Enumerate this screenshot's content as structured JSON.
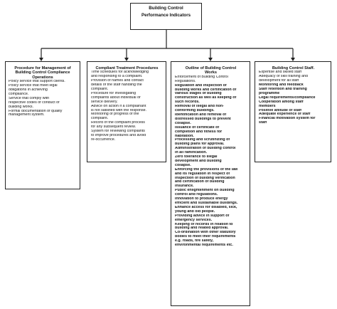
{
  "root": {
    "title_lines": [
      "Building Control",
      "Performance Indicators"
    ]
  },
  "columns": [
    {
      "title_lines": [
        "Procedure for Management of",
        "Building Control Compliance",
        "Operations"
      ],
      "lines": [
        {
          "t": "Policy service that support clients.",
          "b": false
        },
        {
          "t": "Policy service that meet legal",
          "b": false
        },
        {
          "t": "obligations in achieving",
          "b": false
        },
        {
          "t": "compliance.",
          "b": false
        },
        {
          "t": "Service that comply with",
          "b": false
        },
        {
          "t": "respective codes of conduct of",
          "b": false
        },
        {
          "t": "building works.",
          "b": false
        },
        {
          "t": "Formal documentation of quality",
          "b": false
        },
        {
          "t": "management system.",
          "b": false
        }
      ]
    },
    {
      "title_lines": [
        "Compliant Treatment Procedures"
      ],
      "lines": [
        {
          "t": "Time schedules for acknowledging",
          "b": false
        },
        {
          "t": "and responding to a complaint.",
          "b": false
        },
        {
          "t": "Provision of names and contact",
          "b": false
        },
        {
          "t": "details of the staff handling the",
          "b": false
        },
        {
          "t": "complaint.",
          "b": false
        },
        {
          "t": "Procedure for investigating",
          "b": false
        },
        {
          "t": "complaints about individual or",
          "b": false
        },
        {
          "t": "service delivery.",
          "b": false
        },
        {
          "t": "Advice on action if a complainant",
          "b": false
        },
        {
          "t": "is not satisfied with the response.",
          "b": false
        },
        {
          "t": "Monitoring of progress of the",
          "b": false
        },
        {
          "t": "complaint.",
          "b": false
        },
        {
          "t": "Record of the complaint process",
          "b": false
        },
        {
          "t": "for any subsequent review.",
          "b": false
        },
        {
          "t": "System for reviewing complaints",
          "b": false
        },
        {
          "t": "to improve procedures and avoid",
          "b": false
        },
        {
          "t": "re-occurrence.",
          "b": false
        }
      ]
    },
    {
      "title_lines": [
        "Outline of Building Control",
        "Works"
      ],
      "lines": [
        {
          "t": "Enforcement of Building Control",
          "b": false
        },
        {
          "t": "Regulations.",
          "b": false
        },
        {
          "t": "Regulation and inspection of",
          "b": true
        },
        {
          "t": "building works and certification of",
          "b": true
        },
        {
          "t": "various stages of building",
          "b": true
        },
        {
          "t": "construction as well as keeping of",
          "b": true
        },
        {
          "t": "such records.",
          "b": true
        },
        {
          "t": "Removal of illegal and non-",
          "b": true
        },
        {
          "t": "conforming buildings.",
          "b": true
        },
        {
          "t": "Identification and removal of",
          "b": true
        },
        {
          "t": "distressed buildings to prevent",
          "b": true
        },
        {
          "t": "collapse.",
          "b": true
        },
        {
          "t": "Issuance of certificate of",
          "b": true
        },
        {
          "t": "completion and fitness for",
          "b": true
        },
        {
          "t": "habitation.",
          "b": true
        },
        {
          "t": "Processing and scrutinizing of",
          "b": true
        },
        {
          "t": "building plans for approval.",
          "b": true
        },
        {
          "t": "Administration of building control",
          "b": true
        },
        {
          "t": "in all ramification.",
          "b": true
        },
        {
          "t": "Zero tolerance to illegal",
          "b": true
        },
        {
          "t": "development and building",
          "b": true
        },
        {
          "t": "collapse.",
          "b": true
        },
        {
          "t": "Enforcing the provisions of the law",
          "b": true
        },
        {
          "t": "and its regulation in respect of",
          "b": true
        },
        {
          "t": "inspection of building verification",
          "b": true
        },
        {
          "t": "and certification of building",
          "b": true
        },
        {
          "t": "insurance.",
          "b": true
        },
        {
          "t": "Public enlightenment on building",
          "b": true
        },
        {
          "t": "control and regulations.",
          "b": true
        },
        {
          "t": "Innovation to produce energy",
          "b": true
        },
        {
          "t": "efficient and sustainable buildings.",
          "b": true
        },
        {
          "t": "Enhance access for disabled, sick,",
          "b": true
        },
        {
          "t": "young and old people.",
          "b": true
        },
        {
          "t": "Providing advice in support of",
          "b": true
        },
        {
          "t": "emergency services.",
          "b": true
        },
        {
          "t": "Keeping of records in relation to",
          "b": true
        },
        {
          "t": "building and related approval.",
          "b": true
        },
        {
          "t": "Co-ordination with other statutory",
          "b": true
        },
        {
          "t": "bodies to meet their requirements",
          "b": true
        },
        {
          "t": "e.g. roads, fire safety,",
          "b": true
        },
        {
          "t": "environmental requirements etc.",
          "b": true
        }
      ]
    },
    {
      "title_lines": [
        "Building Control Staff."
      ],
      "lines": [
        {
          "t": "Expertise and skilled staff",
          "b": false
        },
        {
          "t": "Adequacy of skill training and",
          "b": false
        },
        {
          "t": "development for all staff",
          "b": false
        },
        {
          "t": "Monitoring and feedback",
          "b": true
        },
        {
          "t": "Staff retention and training",
          "b": true
        },
        {
          "t": "programme",
          "b": true
        },
        {
          "t": "Legal requirements/compliance",
          "b": true
        },
        {
          "t": "Cooperation among staff",
          "b": true
        },
        {
          "t": "members",
          "b": true
        },
        {
          "t": "Positive attitude of staff",
          "b": true
        },
        {
          "t": "Adequate experience of staff",
          "b": true
        },
        {
          "t": "Financial motivation system for",
          "b": true
        },
        {
          "t": "staff",
          "b": true
        }
      ]
    }
  ]
}
